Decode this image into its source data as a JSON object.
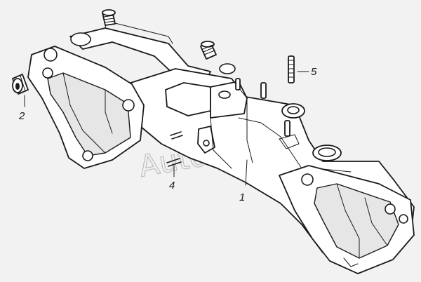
{
  "callouts": [
    {
      "id": "1",
      "label": "1"
    },
    {
      "id": "2",
      "label": "2"
    },
    {
      "id": "4",
      "label": "4"
    },
    {
      "id": "5",
      "label": "5"
    }
  ],
  "watermark": {
    "text": "AutoSoft"
  }
}
